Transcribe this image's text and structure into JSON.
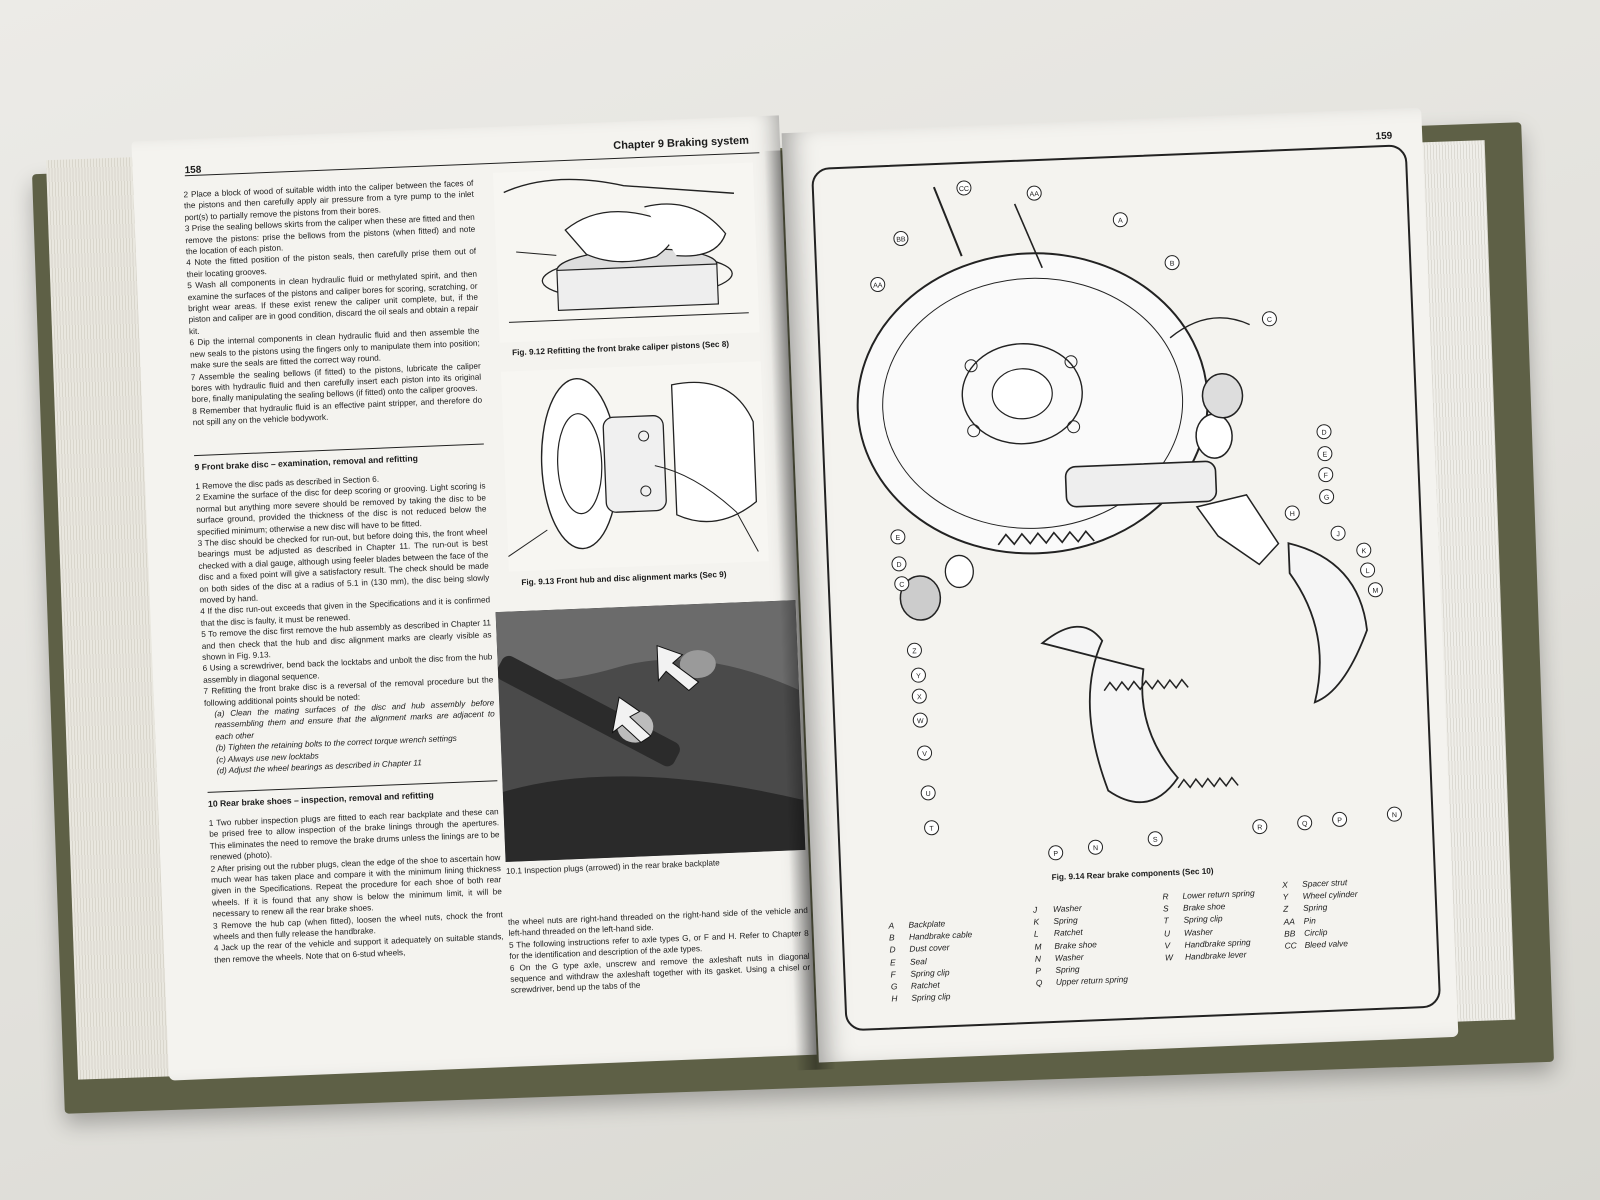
{
  "left_page": {
    "page_number": "158",
    "header": "Chapter 9  Braking system",
    "top_paragraphs": [
      "2   Place a block of wood of suitable width into the caliper between the faces of the pistons and then carefully apply air pressure from a tyre pump to the inlet port(s) to partially remove the pistons from their bores.",
      "3   Prise the sealing bellows skirts from the caliper when these are fitted and then remove the pistons: prise the bellows from the pistons (when fitted) and note the location of each piston.",
      "4   Note the fitted position of the piston seals, then carefully prise them out of their locating grooves.",
      "5   Wash all components in clean hydraulic fluid or methylated spirit, and then examine the surfaces of the pistons and caliper bores for scoring, scratching, or bright wear areas. If these exist renew the caliper unit complete, but, if the piston and caliper are in good condition, discard the oil seals and obtain a repair kit.",
      "6   Dip the internal components in clean hydraulic fluid and then assemble the new seals to the pistons using the fingers only to manipulate them into position; make sure the seals are fitted the correct way round.",
      "7   Assemble the sealing bellows (if fitted) to the pistons, lubricate the caliper bores with hydraulic fluid and then carefully insert each piston into its original bore, finally manipulating the sealing bellows (if fitted) onto the caliper grooves.",
      "8   Remember that hydraulic fluid is an effective paint stripper, and therefore do not spill any on the vehicle bodywork."
    ],
    "section9_title": "9   Front brake disc – examination, removal and refitting",
    "section9_paragraphs": [
      "1   Remove the disc pads as described in Section 6.",
      "2   Examine the surface of the disc for deep scoring or grooving. Light scoring is normal but anything more severe should be removed by taking the disc to be surface ground, provided the thickness of the disc is not reduced below the specified minimum; otherwise a new disc will have to be fitted.",
      "3   The disc should be checked for run-out, but before doing this, the front wheel bearings must be adjusted as described in Chapter 11. The run-out is best checked with a dial gauge, although using feeler blades between the face of the disc and a fixed point will give a satisfactory result. The check should be made on both sides of the disc at a radius of 5.1 in (130 mm), the disc being slowly moved by hand.",
      "4   If the disc run-out exceeds that given in the Specifications and it is confirmed that the disc is faulty, it must be renewed.",
      "5   To remove the disc first remove the hub assembly as described in Chapter 11 and then check that the hub and disc alignment marks are clearly visible as shown in Fig. 9.13.",
      "6   Using a screwdriver, bend back the locktabs and unbolt the disc from the hub assembly in diagonal sequence.",
      "7   Refitting the front brake disc is a reversal of the removal procedure but the following additional points should be noted:"
    ],
    "section9_sublist": [
      "(a)   Clean the mating surfaces of the disc and hub assembly before reassembling them and ensure that the alignment marks are adjacent to each other",
      "(b)   Tighten the retaining bolts to the correct torque wrench settings",
      "(c)   Always use new locktabs",
      "(d)   Adjust the wheel bearings as described in Chapter 11"
    ],
    "section10_title": "10  Rear brake shoes – inspection, removal and refitting",
    "section10_paragraphs": [
      "1   Two rubber inspection plugs are fitted to each rear backplate and these can be prised free to allow inspection of the brake linings through the apertures. This eliminates the need to remove the brake drums unless the linings are to be renewed (photo).",
      "2   After prising out the rubber plugs, clean the edge of the shoe to ascertain how much wear has taken place and compare it with the minimum lining thickness given in the Specifications. Repeat the procedure for each shoe of both rear wheels. If it is found that any show is below the minimum limit, it will be necessary to renew all the rear brake shoes.",
      "3   Remove the hub cap (when fitted), loosen the wheel nuts, chock the front wheels and then fully release the handbrake.",
      "4   Jack up the rear of the vehicle and support it adequately on suitable stands, then remove the wheels. Note that on 6-stud wheels,"
    ],
    "right_column_paragraphs": [
      "the wheel nuts are right-hand threaded on the right-hand side of the vehicle and left-hand threaded on the left-hand side.",
      "5   The following instructions refer to axle types G, or F and H. Refer to Chapter 8 for the identification and description of the axle types.",
      "6   On the G type axle, unscrew and remove the axleshaft nuts in diagonal sequence and withdraw the axleshaft together with its gasket. Using a chisel or screwdriver, bend up the tabs of the"
    ],
    "fig912_caption": "Fig. 9.12 Refitting the front brake caliper pistons (Sec 8)",
    "fig913_caption": "Fig. 9.13 Front hub and disc alignment marks (Sec 9)",
    "photo_caption": "10.1 Inspection plugs (arrowed) in the rear brake backplate"
  },
  "right_page": {
    "page_number": "159",
    "figure_caption": "Fig. 9.14 Rear brake components (Sec 10)",
    "callouts": [
      "CC",
      "AA",
      "BB",
      "A",
      "AA",
      "B",
      "C",
      "D",
      "E",
      "F",
      "G",
      "H",
      "J",
      "K",
      "L",
      "M",
      "E",
      "D",
      "C",
      "Z",
      "Y",
      "X",
      "W",
      "V",
      "U",
      "T",
      "P",
      "N",
      "S",
      "R",
      "Q",
      "P",
      "N"
    ],
    "legend_col1": [
      {
        "k": "A",
        "v": "Backplate"
      },
      {
        "k": "B",
        "v": "Handbrake cable"
      },
      {
        "k": "D",
        "v": "Dust cover"
      },
      {
        "k": "E",
        "v": "Seal"
      },
      {
        "k": "F",
        "v": "Spring clip"
      },
      {
        "k": "G",
        "v": "Ratchet"
      },
      {
        "k": "H",
        "v": "Spring clip"
      }
    ],
    "legend_col2": [
      {
        "k": "J",
        "v": "Washer"
      },
      {
        "k": "K",
        "v": "Spring"
      },
      {
        "k": "L",
        "v": "Ratchet"
      },
      {
        "k": "M",
        "v": "Brake shoe"
      },
      {
        "k": "N",
        "v": "Washer"
      },
      {
        "k": "P",
        "v": "Spring"
      },
      {
        "k": "Q",
        "v": "Upper return spring"
      }
    ],
    "legend_col3": [
      {
        "k": "R",
        "v": "Lower return spring"
      },
      {
        "k": "S",
        "v": "Brake shoe"
      },
      {
        "k": "T",
        "v": "Spring clip"
      },
      {
        "k": "U",
        "v": "Washer"
      },
      {
        "k": "V",
        "v": "Handbrake spring"
      },
      {
        "k": "W",
        "v": "Handbrake lever"
      }
    ],
    "legend_col4": [
      {
        "k": "X",
        "v": "Spacer strut"
      },
      {
        "k": "Y",
        "v": "Wheel cylinder"
      },
      {
        "k": "Z",
        "v": "Spring"
      },
      {
        "k": "AA",
        "v": "Pin"
      },
      {
        "k": "BB",
        "v": "Circlip"
      },
      {
        "k": "CC",
        "v": "Bleed valve"
      }
    ]
  },
  "colors": {
    "cover": "#5e6046",
    "paper": "#f4f3ef",
    "ink": "#1b1b1b",
    "table": "#e4e3de"
  }
}
